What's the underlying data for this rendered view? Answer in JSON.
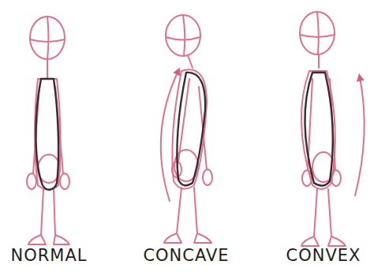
{
  "diagram": {
    "labels": [
      "NORMAL",
      "CONCAVE",
      "CONVEX"
    ]
  }
}
